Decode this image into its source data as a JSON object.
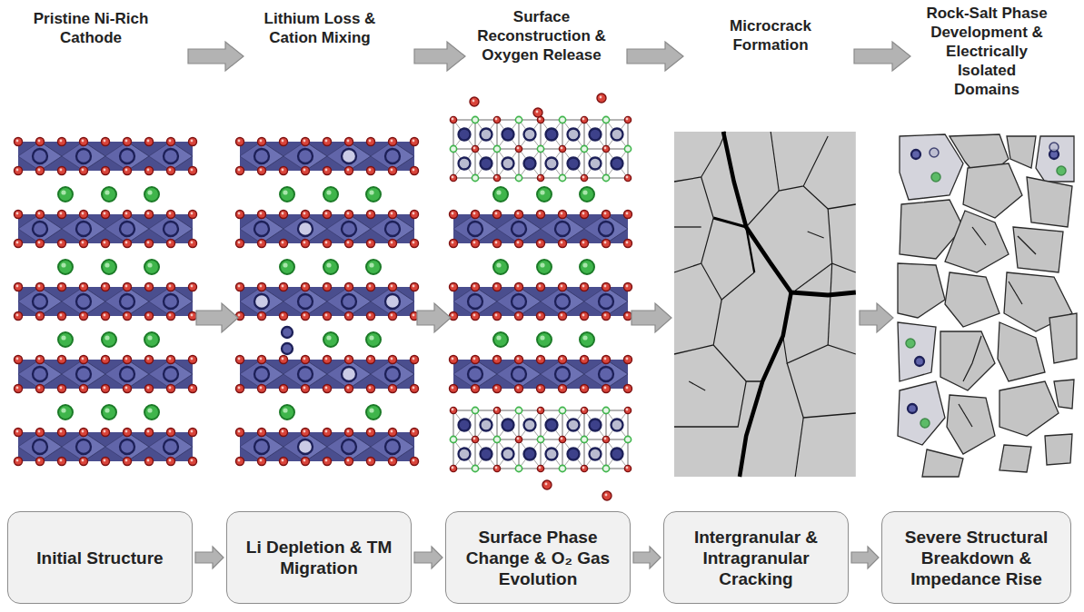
{
  "diagram": {
    "nodes": [
      {
        "text": [
          "Initial Structure"
        ]
      },
      {
        "text": [
          "Li Depletion & TM Migration"
        ]
      },
      {
        "text": [
          "Surface Phase Change & O₂ Gas Evolution"
        ]
      },
      {
        "text": [
          "Intergranular & Intragranular Cracking"
        ]
      },
      {
        "text": [
          "Severe Structural Breakdown & Impedance Rise"
        ]
      }
    ],
    "edges": [
      {
        "from": 0,
        "to": 1,
        "arrow": "to"
      },
      {
        "from": 1,
        "to": 2,
        "arrow": "to"
      },
      {
        "from": 2,
        "to": 3,
        "arrow": "to"
      },
      {
        "from": 3,
        "to": 4,
        "arrow": "to"
      }
    ],
    "labels": [
      "Pristine Ni-Rich Cathode",
      "Lithium Loss & Cation Mixing",
      "Surface Reconstruction & Oxygen Release",
      "Microcrack Formation",
      "Rock-Salt Phase Development & Electrically Isolated Domains"
    ]
  }
}
